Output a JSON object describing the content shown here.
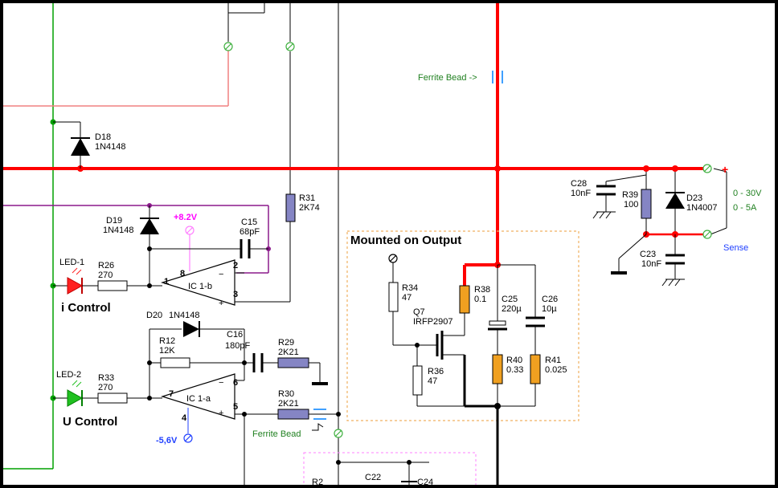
{
  "title": "Mounted on Output",
  "colors": {
    "wire": "#000000",
    "power_rail": "#ff0000",
    "ground_rail_green": "#00a000",
    "pink_wire": "#f08080",
    "purple_wire": "#8b1a8b",
    "resistor_blue": "#8585c4",
    "resistor_orange": "#f0a020",
    "led_red": "#ff2020",
    "led_green": "#20c020",
    "pink_text": "#ff00ff",
    "blue_text": "#2040ff",
    "green_text": "#208020",
    "box_border": "#f0b060",
    "bead_blue": "#40a0ff"
  },
  "components": {
    "d18": {
      "ref": "D18",
      "value": "1N4148"
    },
    "d19": {
      "ref": "D19",
      "value": "1N4148"
    },
    "d20": {
      "ref": "D20",
      "value": "1N4148"
    },
    "d23": {
      "ref": "D23",
      "value": "1N4007"
    },
    "r26": {
      "ref": "R26",
      "value": "270"
    },
    "r33": {
      "ref": "R33",
      "value": "270"
    },
    "r31": {
      "ref": "R31",
      "value": "2K74"
    },
    "r12": {
      "ref": "R12",
      "value": "12K"
    },
    "r29": {
      "ref": "R29",
      "value": "2K21"
    },
    "r30": {
      "ref": "R30",
      "value": "2K21"
    },
    "r34": {
      "ref": "R34",
      "value": "47"
    },
    "r36": {
      "ref": "R36",
      "value": "47"
    },
    "r38": {
      "ref": "R38",
      "value": "0.1"
    },
    "r39": {
      "ref": "R39",
      "value": "100"
    },
    "r40": {
      "ref": "R40",
      "value": "0.33"
    },
    "r41": {
      "ref": "R41",
      "value": "0.025"
    },
    "c15": {
      "ref": "C15",
      "value": "68pF"
    },
    "c16": {
      "ref": "C16",
      "value": "180pF"
    },
    "c22": {
      "ref": "C22"
    },
    "c23": {
      "ref": "C23",
      "value": "10nF"
    },
    "c24": {
      "ref": "C24"
    },
    "c25": {
      "ref": "C25",
      "value": "220µ"
    },
    "c26": {
      "ref": "C26",
      "value": "10µ"
    },
    "c28": {
      "ref": "C28",
      "value": "10nF"
    },
    "q7": {
      "ref": "Q7",
      "value": "IRFP2907"
    },
    "ic1b": {
      "ref": "IC 1-b"
    },
    "ic1a": {
      "ref": "IC 1-a"
    },
    "r2_partial": {
      "ref": "R2"
    }
  },
  "leds": {
    "led1": {
      "ref": "LED-1",
      "label": "i Control"
    },
    "led2": {
      "ref": "LED-2",
      "label": "U Control"
    }
  },
  "pins": {
    "ic1b": {
      "out": "1",
      "inv": "2",
      "noninv": "3",
      "supply": "8"
    },
    "ic1a": {
      "out": "7",
      "inv": "6",
      "noninv": "5",
      "supply": "4"
    },
    "minus": "−",
    "plus": "+"
  },
  "rails": {
    "plus_8v2": "+8.2V",
    "minus_5v6": "-5,6V"
  },
  "labels": {
    "ferrite_bead_top": "Ferrite Bead ->",
    "ferrite_bead_bottom": "Ferrite Bead",
    "range_v": "0 - 30V",
    "range_a": "0 - 5A",
    "sense": "Sense",
    "plus": "+"
  }
}
